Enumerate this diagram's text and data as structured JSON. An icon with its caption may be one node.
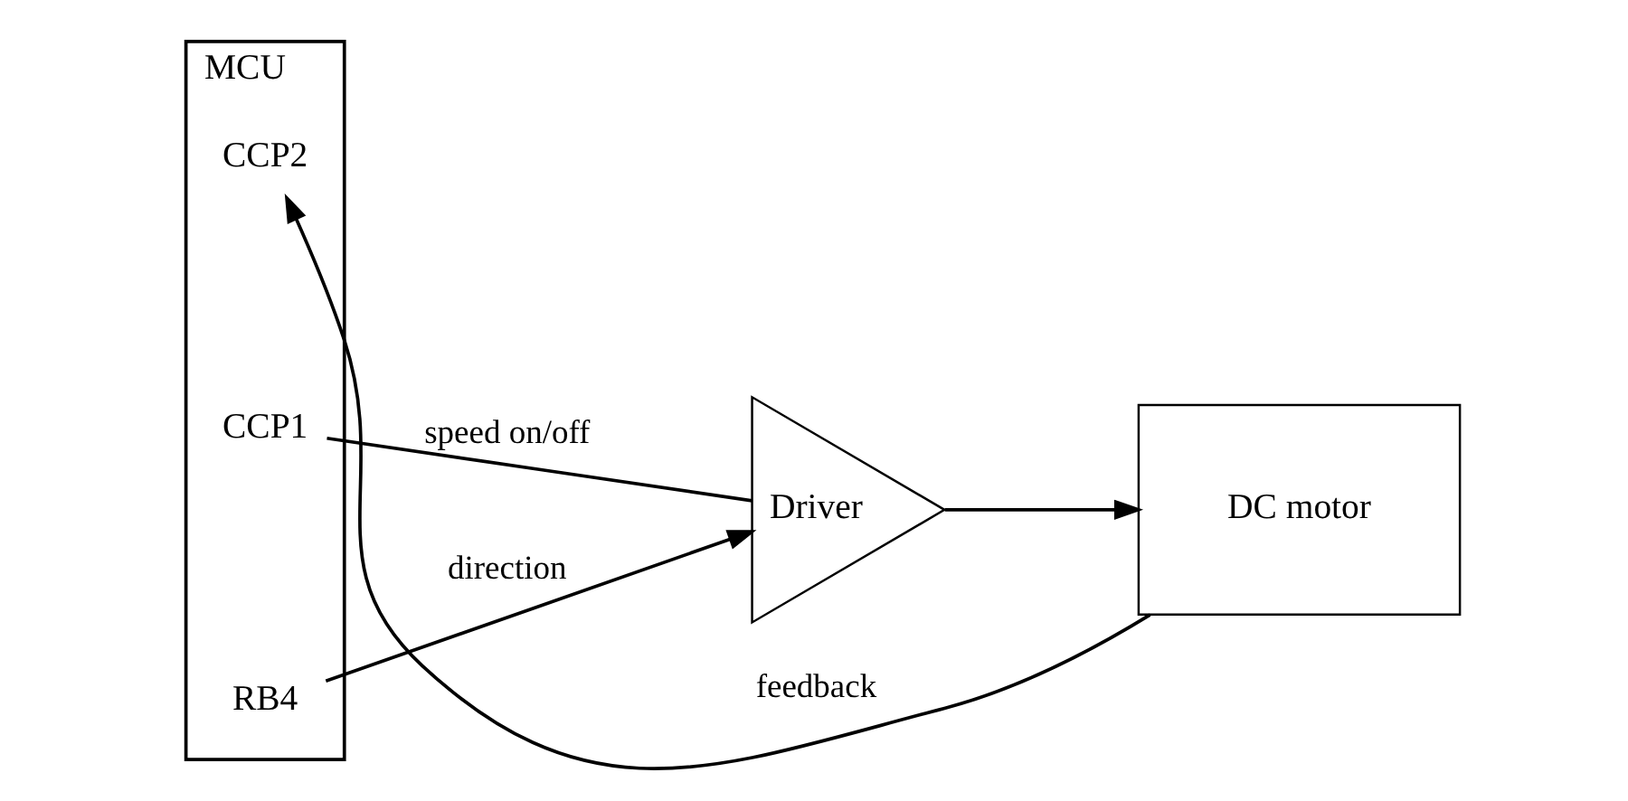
{
  "diagram": {
    "nodes": [
      {
        "text": [
          "MCU"
        ]
      },
      {
        "text": [
          "RB4"
        ],
        "in": 0
      },
      {
        "text": [
          "CCP1"
        ],
        "in": 0
      },
      {
        "text": [
          "CCP2"
        ],
        "in": 0
      },
      {
        "text": [
          "Driver"
        ]
      },
      {
        "text": [
          "DC motor"
        ]
      }
    ],
    "edges": [
      {
        "from": 1,
        "to": 4,
        "label": "direction",
        "arrow": "to"
      },
      {
        "from": 2,
        "to": 4,
        "label": "speed on/off",
        "arrow": "none"
      },
      {
        "from": 4,
        "to": 5,
        "arrow": "to"
      },
      {
        "from": 5,
        "to": 3,
        "label": "feedback",
        "arrow": "to"
      }
    ]
  }
}
